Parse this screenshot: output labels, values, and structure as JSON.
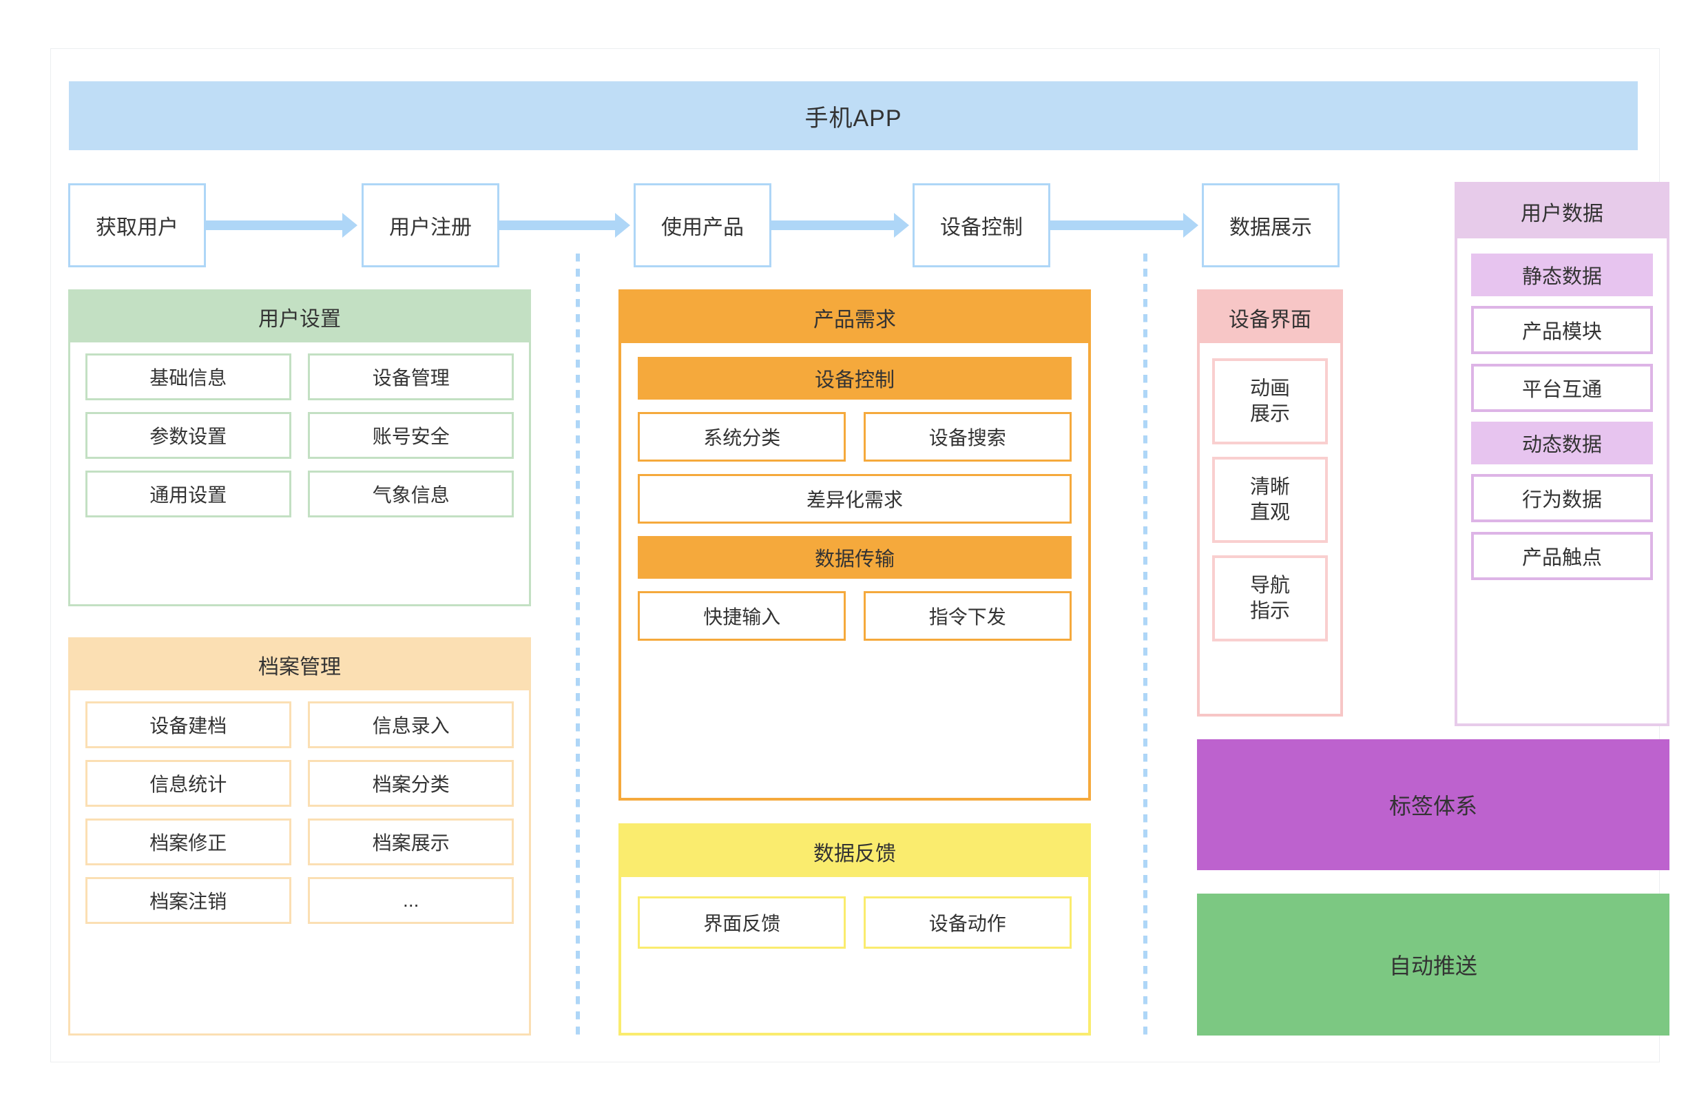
{
  "banner": {
    "title": "手机APP"
  },
  "flow": {
    "steps": [
      {
        "label": "获取用户"
      },
      {
        "label": "用户注册"
      },
      {
        "label": "使用产品"
      },
      {
        "label": "设备控制"
      },
      {
        "label": "数据展示"
      }
    ],
    "arrow_color": "#AED6F7",
    "box_border_color": "#AED6F7"
  },
  "columns": {
    "left": {
      "user_settings": {
        "title": "用户设置",
        "accent": "#C3E0C3",
        "items": [
          "基础信息",
          "设备管理",
          "参数设置",
          "账号安全",
          "通用设置",
          "气象信息"
        ]
      },
      "archive_management": {
        "title": "档案管理",
        "accent": "#FBDFB3",
        "items": [
          "设备建档",
          "信息录入",
          "信息统计",
          "档案分类",
          "档案修正",
          "档案展示",
          "档案注销",
          "..."
        ]
      }
    },
    "middle": {
      "product_demand": {
        "title": "产品需求",
        "accent": "#F5A93C",
        "sections": [
          {
            "heading": "设备控制",
            "items": [
              "系统分类",
              "设备搜索",
              "差异化需求"
            ]
          },
          {
            "heading": "数据传输",
            "items": [
              "快捷输入",
              "指令下发"
            ]
          }
        ]
      },
      "data_feedback": {
        "title": "数据反馈",
        "accent": "#FAEC6E",
        "items": [
          "界面反馈",
          "设备动作"
        ]
      }
    },
    "right": {
      "device_interface": {
        "title": "设备界面",
        "accent": "#F7C6C6",
        "items": [
          {
            "line1": "动画",
            "line2": "展示"
          },
          {
            "line1": "清晰",
            "line2": "直观"
          },
          {
            "line1": "导航",
            "line2": "指示"
          }
        ]
      },
      "user_data": {
        "title": "用户数据",
        "accent": "#E7CBEA",
        "groups": [
          {
            "tag": "静态数据",
            "items": [
              "产品模块",
              "平台互通"
            ]
          },
          {
            "tag": "动态数据",
            "items": [
              "行为数据",
              "产品触点"
            ]
          }
        ]
      },
      "blocks": [
        {
          "label": "标签体系",
          "color": "#BD62CE"
        },
        {
          "label": "自动推送",
          "color": "#7CC882"
        }
      ]
    }
  }
}
